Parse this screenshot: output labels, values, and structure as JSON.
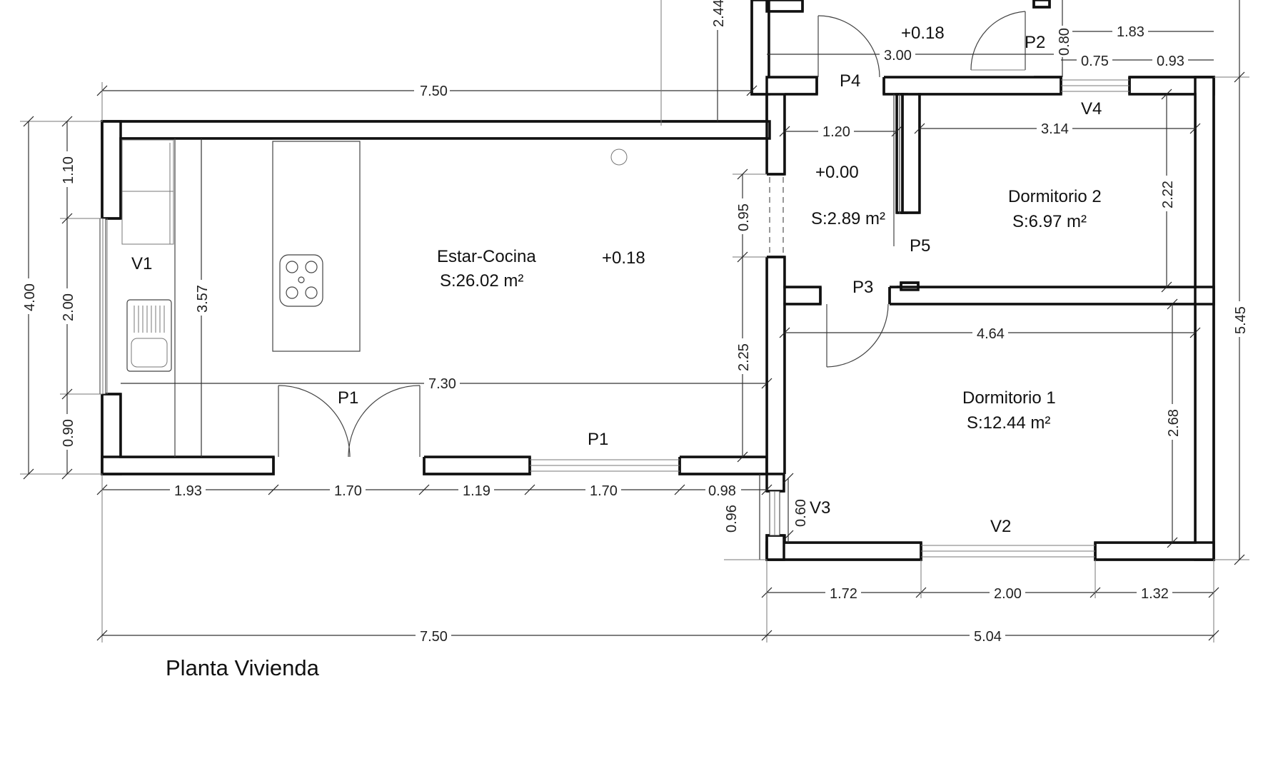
{
  "drawing": {
    "title": "Planta Vivienda"
  },
  "rooms": {
    "estar": {
      "name": "Estar-Cocina",
      "area": "S:26.02 m²",
      "level": "+0.18"
    },
    "hall": {
      "level": "+0.00",
      "area": "S:2.89 m²"
    },
    "dorm2": {
      "name": "Dormitorio 2",
      "area": "S:6.97 m²"
    },
    "dorm1": {
      "name": "Dormitorio 1",
      "area": "S:12.44 m²"
    },
    "entry": {
      "level": "+0.18"
    }
  },
  "openings": {
    "p1_left": "P1",
    "p1_right": "P1",
    "p2": "P2",
    "p3": "P3",
    "p4": "P4",
    "p5": "P5",
    "v1": "V1",
    "v2": "V2",
    "v3": "V3",
    "v4": "V4"
  },
  "dimensions": {
    "top_overall": "7.50",
    "top_vertical": "2.44",
    "top_right_a": "3.00",
    "top_right_b": "1.83",
    "top_right_c": "0.75",
    "top_right_d": "0.93",
    "top_right_e": "0.80",
    "left_overall": "4.00",
    "left_upper": "1.10",
    "left_mid": "2.00",
    "left_lower": "0.90",
    "kitchen_height": "3.57",
    "living_width": "7.30",
    "partition_upper": "0.95",
    "partition_lower": "2.25",
    "hall_width": "1.20",
    "dorm2_width": "3.14",
    "dorm2_height": "2.22",
    "dorm1_width": "4.64",
    "dorm1_height": "2.68",
    "right_overall": "5.45",
    "bottom_a": "1.93",
    "bottom_b": "1.70",
    "bottom_c": "1.19",
    "bottom_d": "1.70",
    "bottom_e": "0.98",
    "v3_height": "0.60",
    "v3_offset": "0.96",
    "bottom_right_a": "1.72",
    "bottom_right_b": "2.00",
    "bottom_right_c": "1.32",
    "bottom_overall_left": "7.50",
    "bottom_overall_right": "5.04"
  }
}
